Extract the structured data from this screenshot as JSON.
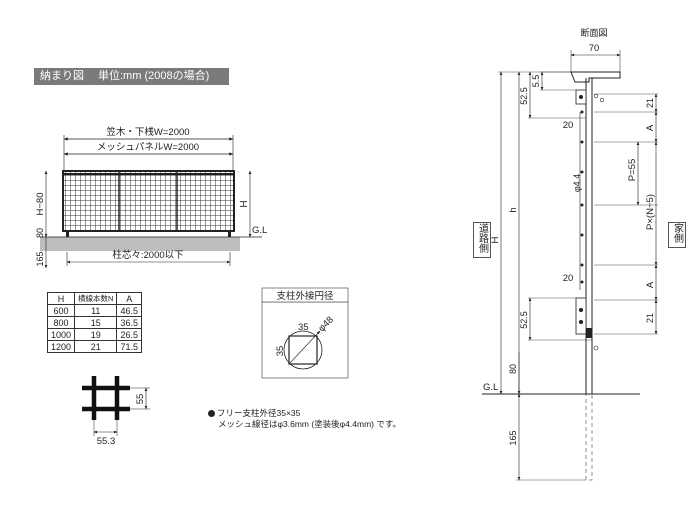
{
  "header": {
    "title": "納まり図",
    "unit": "単位:mm (2008の場合)"
  },
  "front_view": {
    "top_dim_label": "笠木・下桟W=2000",
    "mesh_dim_label": "メッシュパネルW=2000",
    "post_dim_label": "柱芯々:2000以下",
    "height_label": "H",
    "height_minus_label": "H−80",
    "dim_80": "80",
    "dim_165": "165",
    "gl_label": "G.L"
  },
  "spec_table": {
    "headers": [
      "H",
      "横線本数N",
      "A"
    ],
    "rows": [
      [
        "600",
        "11",
        "46.5"
      ],
      [
        "800",
        "15",
        "36.5"
      ],
      [
        "1000",
        "19",
        "26.5"
      ],
      [
        "1200",
        "21",
        "71.5"
      ]
    ]
  },
  "mesh_detail": {
    "width_label": "55.3",
    "height_label": "55"
  },
  "post_circle": {
    "title": "支柱外接円径",
    "side_a": "35",
    "side_b": "35",
    "diameter": "φ48"
  },
  "notes": [
    "フリー支柱外径35×35",
    "メッシュ線径はφ3.6mm (塗装後φ4.4mm) です。"
  ],
  "section": {
    "title": "断面図",
    "width_label": "70",
    "dim_5_5": "5.5",
    "dim_52_5_top": "52.5",
    "dim_21_top": "21",
    "dim_20_top": "20",
    "dim_A_top": "A",
    "dim_P": "P=55",
    "dim_PxN": "P×(N−5)",
    "dim_phi": "φ4.4",
    "dim_h": "h",
    "dim_H": "H",
    "dim_20_bot": "20",
    "dim_A_bot": "A",
    "dim_52_5_bot": "52.5",
    "dim_21_bot": "21",
    "dim_80": "80",
    "dim_165": "165",
    "gl_label": "G.L",
    "road_side": "道路側",
    "house_side": "家側"
  }
}
